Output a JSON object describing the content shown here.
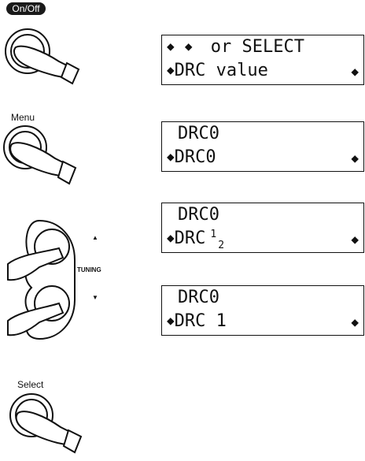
{
  "buttons": {
    "on_off": "On/Off",
    "menu": "Menu",
    "tuning": "TUNING",
    "tuning_up": "▲",
    "tuning_down": "▼",
    "select": "Select"
  },
  "displays": [
    {
      "line1_text": "or SELECT",
      "line2_text": "DRC value"
    },
    {
      "line1_text": "DRC0",
      "line2_text": "DRC0"
    },
    {
      "line1_text": "DRC0",
      "line2_text": "DRC",
      "line2_sup": "1",
      "line2_sub": "2"
    },
    {
      "line1_text": "DRC0",
      "line2_text": "DRC 1"
    }
  ],
  "icons": {
    "left_arrow": "◆",
    "right_arrow": "◆"
  }
}
